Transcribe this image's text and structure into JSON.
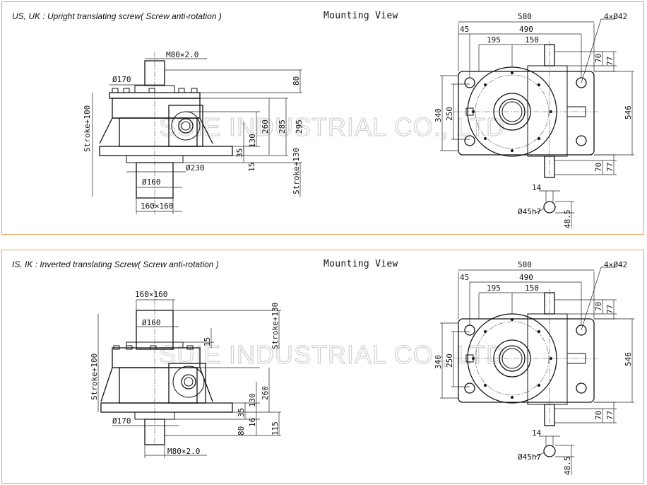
{
  "top_panel": {
    "title": "US, UK : Upright translating screw( Screw anti-rotation )",
    "mounting_label": "Mounting View",
    "watermark": "SUIE INDUSTRIAL CO., LTD",
    "side_dims": {
      "thread": "M80×2.0",
      "d170": "Ø170",
      "stroke100": "Stroke+100",
      "d230": "Ø230",
      "d160": "Ø160",
      "sq160": "160×160",
      "h80": "80",
      "h260": "260",
      "h285": "285",
      "h295": "295",
      "h130": "130",
      "h35": "35",
      "h15": "15",
      "stroke130": "Stroke+130"
    },
    "view_dims": {
      "w580": "580",
      "w45": "45",
      "w490": "490",
      "w195": "195",
      "w150": "150",
      "holes": "4×Ø42",
      "h70a": "70",
      "h77a": "77",
      "h340": "340",
      "h250": "250",
      "h546": "546",
      "h70b": "70",
      "h77b": "77",
      "key14": "14",
      "shaft": "Ø45h7",
      "key485": "48.5"
    }
  },
  "bottom_panel": {
    "title": "IS, IK : Inverted translating Screw( Screw anti-rotation )",
    "mounting_label": "Mounting View",
    "watermark": "SUIE INDUSTRIAL CO., LTD",
    "side_dims": {
      "sq160": "160×160",
      "d160": "Ø160",
      "h15": "15",
      "stroke130": "Stroke+130",
      "stroke100": "Stroke+100",
      "h260": "260",
      "h130": "130",
      "h35": "35",
      "h16": "16",
      "d170": "Ø170",
      "h80": "80",
      "h115": "115",
      "thread": "M80×2.0"
    },
    "view_dims": {
      "w580": "580",
      "w45": "45",
      "w490": "490",
      "w195": "195",
      "w150": "150",
      "holes": "4×Ø42",
      "h70a": "70",
      "h77a": "77",
      "h340": "340",
      "h250": "250",
      "h546": "546",
      "h70b": "70",
      "h77b": "77",
      "key14": "14",
      "shaft": "Ø45h7",
      "key485": "48.5"
    }
  }
}
